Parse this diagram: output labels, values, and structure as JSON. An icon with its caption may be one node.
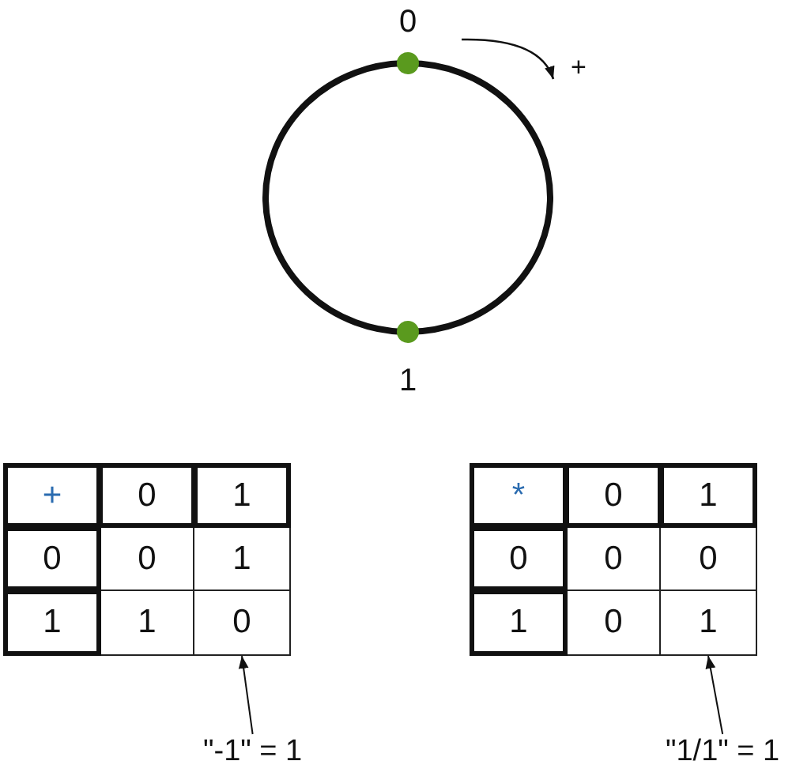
{
  "diagram": {
    "nodes": [
      {
        "text": [
          "0"
        ]
      },
      {
        "text": [
          "1"
        ]
      },
      {
        "text": [
          "\"-1\" = 1"
        ]
      },
      {
        "text": [
          "\"1/1\" = 1"
        ]
      }
    ],
    "edges": [
      {
        "from": 2,
        "to": 0,
        "arrow": "to"
      },
      {
        "from": 3,
        "to": 1,
        "arrow": "to"
      }
    ],
    "labels": [
      "0",
      "+",
      "1",
      "+",
      "0",
      "1",
      "0",
      "0",
      "1",
      "1",
      "1",
      "*",
      "0",
      "1",
      "0",
      "0",
      "0",
      "1",
      "0"
    ]
  }
}
